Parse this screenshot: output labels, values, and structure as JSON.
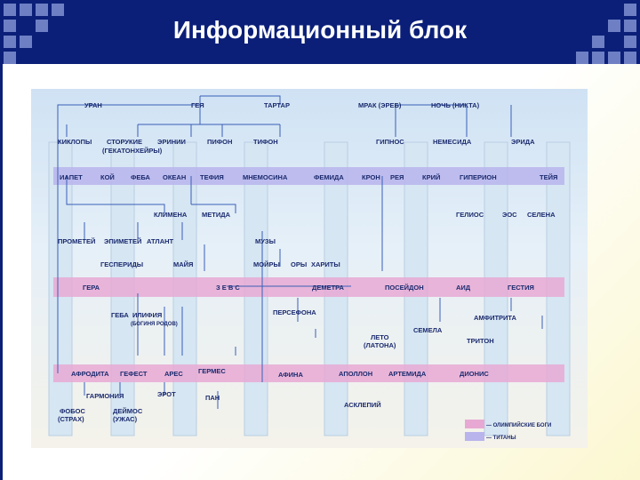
{
  "slide": {
    "title": "Информационный блок"
  },
  "tree": {
    "bands": {
      "olympic_color": "#e7a9d3",
      "titan_color": "#b9b4ec"
    },
    "nodes": {
      "uran": "УРАН",
      "geya": "ГЕЯ",
      "tartar": "ТАРТАР",
      "mrak": "МРАК (ЭРЕБ)",
      "noch": "НОЧЬ (НИКТА)",
      "kiklopy": "КИКЛОПЫ",
      "storukie": "СТОРУКИЕ",
      "gekatonheyry": "(ГЕКАТОНХЕЙРЫ)",
      "erinii": "ЭРИНИИ",
      "pifon": "ПИФОН",
      "tifon": "ТИФОН",
      "gipnos": "ГИПНОС",
      "nemesida": "НЕМЕСИДА",
      "erida": "ЭРИДА",
      "iapet": "ИАПЕТ",
      "koy": "КОЙ",
      "feba": "ФЕБА",
      "okean": "ОКЕАН",
      "tefiya": "ТЕФИЯ",
      "mnemosina": "МНЕМОСИНА",
      "femida": "ФЕМИДА",
      "kron": "КРОН",
      "reya": "РЕЯ",
      "kriy": "КРИЙ",
      "giperion": "ГИПЕРИОН",
      "teyya": "ТЕЙЯ",
      "klimena": "КЛИМЕНА",
      "metida": "МЕТИДА",
      "gelios": "ГЕЛИОС",
      "eos": "ЭОС",
      "selena": "СЕЛЕНА",
      "prometey": "ПРОМЕТЕЙ",
      "epimetey": "ЭПИМЕТЕЙ",
      "atlant": "АТЛАНТ",
      "muzy": "МУЗЫ",
      "gesperidy": "ГЕСПЕРИДЫ",
      "mayya": "МАЙЯ",
      "moyry": "МОЙРЫ",
      "ory": "ОРЫ",
      "harity": "ХАРИТЫ",
      "gera": "ГЕРА",
      "zevs": "З Е В С",
      "demetra": "ДЕМЕТРА",
      "poseydon": "ПОСЕЙДОН",
      "aid": "АИД",
      "gestiya": "ГЕСТИЯ",
      "geba": "ГЕБА",
      "ilifiya": "ИЛИФИЯ",
      "ilifiya_note": "(БОГИНЯ РОДОВ)",
      "persefona": "ПЕРСЕФОНА",
      "amfitrita": "АМФИТРИТА",
      "semela": "СЕМЕЛА",
      "triton": "ТРИТОН",
      "leto": "ЛЕТО",
      "latona": "(ЛАТОНА)",
      "afrodita": "АФРОДИТА",
      "gefest": "ГЕФЕСТ",
      "ares": "АРЕС",
      "germes": "ГЕРМЕС",
      "afina": "АФИНА",
      "apollon": "АПОЛЛОН",
      "artemida": "АРТЕМИДА",
      "dionis": "ДИОНИС",
      "garmoniya": "ГАРМОНИЯ",
      "erot": "ЭРОТ",
      "pan": "ПАН",
      "fobos": "ФОБОС",
      "strah": "(СТРАХ)",
      "deymos": "ДЕЙМОС",
      "uzhas": "(УЖАС)",
      "asklepiy": "АСКЛЕПИЙ"
    },
    "legend": {
      "olympic": "— ОЛИМПИЙСКИЕ БОГИ",
      "titans": "— ТИТАНЫ"
    }
  }
}
